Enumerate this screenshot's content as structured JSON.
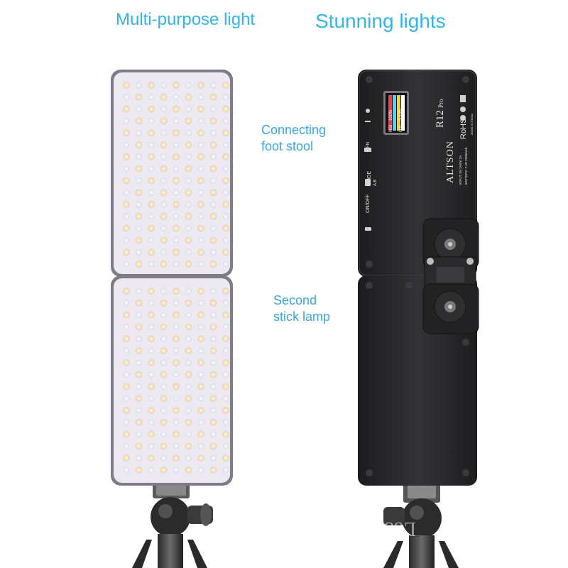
{
  "headings": {
    "left": "Multi-purpose light",
    "right": "Stunning lights"
  },
  "callouts": {
    "connecting_line1": "Connecting",
    "connecting_line2": "foot stool",
    "second_line1": "Second",
    "second_line2": "stick lamp"
  },
  "device": {
    "brand": "ALTSON",
    "model": "R12",
    "model_suffix": "Pro",
    "rohs": "RoHS",
    "mode_label": "MODE",
    "mode_sub": "A B",
    "onoff_label": "ON/OFF",
    "fn_label": "FN",
    "input_text": "INPUT: 5V 2A/9V 2A",
    "battery_text": "BATTERY: 7.4V 3200mAh",
    "made_in": "MADE IN CHINA",
    "screen": {
      "mode": "HSI",
      "brightness": "100%",
      "hue": "H 0",
      "sat": "S 100"
    }
  },
  "watermark": "L68",
  "colors": {
    "heading": "#35b4e8",
    "callout": "#3aa6e0",
    "panel_glow": "#f0ecf4",
    "device_body": "#2a2a2c"
  }
}
